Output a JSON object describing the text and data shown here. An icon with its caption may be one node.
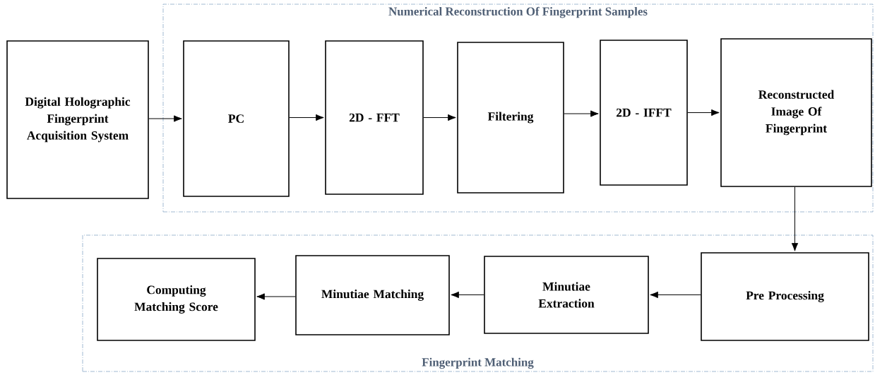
{
  "diagram": {
    "nodes": [
      {
        "text": [
          "Digital Holographic Fingerprint Acquisition System"
        ]
      },
      {
        "text": [
          "Numerical Reconstruction Of Fingerprint Samples"
        ]
      },
      {
        "text": [
          "PC"
        ],
        "in": 1
      },
      {
        "text": [
          "2D - FFT"
        ],
        "in": 1
      },
      {
        "text": [
          "Filtering"
        ],
        "in": 1
      },
      {
        "text": [
          "2D - IFFT"
        ],
        "in": 1
      },
      {
        "text": [
          "Reconstructed Image Of Fingerprint"
        ],
        "in": 1
      },
      {
        "text": [
          "Fingerprint Matching"
        ]
      },
      {
        "text": [
          "Computing Matching Score"
        ],
        "in": 7
      },
      {
        "text": [
          "Minutiae Matching"
        ],
        "in": 7
      },
      {
        "text": [
          "Minutiae Extraction"
        ],
        "in": 7
      },
      {
        "text": [
          "Pre Processing"
        ],
        "in": 7
      }
    ],
    "edges": [
      {
        "from": 0,
        "to": 2,
        "arrow": "to"
      },
      {
        "from": 2,
        "to": 3,
        "arrow": "to"
      },
      {
        "from": 3,
        "to": 4,
        "arrow": "to"
      },
      {
        "from": 4,
        "to": 5,
        "arrow": "to"
      },
      {
        "from": 5,
        "to": 6,
        "arrow": "to"
      },
      {
        "from": 6,
        "to": 11,
        "arrow": "to"
      },
      {
        "from": 11,
        "to": 10,
        "arrow": "to"
      },
      {
        "from": 10,
        "to": 9,
        "arrow": "to"
      },
      {
        "from": 9,
        "to": 8,
        "arrow": "to"
      }
    ]
  }
}
